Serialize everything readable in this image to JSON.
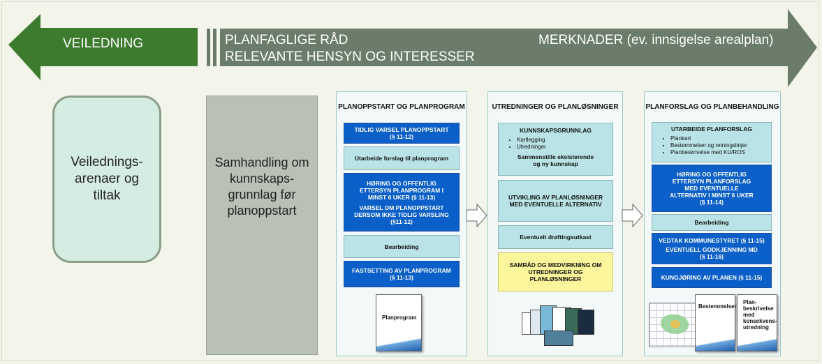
{
  "arrows": {
    "left_label": "VEILEDNING",
    "right_line1": "PLANFAGLIGE RÅD",
    "right_line2": "RELEVANTE HENSYN OG INTERESSER",
    "right_label_right": "MERKNADER (ev. innsigelse arealplan)"
  },
  "left_box": {
    "text_lines": [
      "Veilednings-",
      "arenaer og",
      "tiltak"
    ]
  },
  "gray_box": {
    "text_lines": [
      "Samhandling om",
      "kunnskaps-",
      "grunnlag før",
      "planoppstart"
    ]
  },
  "col1": {
    "title": "PLANOPPSTART OG PLANPROGRAM",
    "b1": [
      "TIDLIG VARSEL PLANOPPSTART",
      "(§ 11-12)"
    ],
    "b2": "Utarbeide forslag til planprogram",
    "b3a": [
      "HØRING OG OFFENTLIG",
      "ETTERSYN PLANPROGRAM I",
      "MINST 6 UKER (§ 11-13)"
    ],
    "b3b": [
      "VARSEL OM PLANOPPSTART",
      "DERSOM IKKE TIDLIG VARSLING",
      "(§11-12)"
    ],
    "b4": "Bearbeiding",
    "b5": [
      "FASTSETTING AV PLANPROGRAM",
      "(§ 11-13)"
    ],
    "doc": "Planprogram"
  },
  "col2": {
    "title": "UTREDNINGER OG PLANLØSNINGER",
    "b1_title": "KUNNSKAPSGRUNNLAG",
    "b1_items": [
      "Kartlegging",
      "Utredninger"
    ],
    "b1_foot": [
      "Sammenstille eksisterende",
      "og ny kunnskap"
    ],
    "b2": [
      "UTVIKLING AV PLANLØSNINGER",
      "MED EVENTUELLE ALTERNATIV"
    ],
    "b3": "Eventuelt drøftingsutkast",
    "b4": [
      "SAMRÅD OG MEDVIRKNING OM",
      "UTREDNINGER OG",
      "PLANLØSNINGER"
    ]
  },
  "col3": {
    "title": "PLANFORSLAG OG PLANBEHANDLING",
    "b1_title": "UTARBEIDE PLANFORSLAG",
    "b1_items": [
      "Plankart",
      "Bestemmelser og retningslinjer",
      "Planbeskrivelse med KU/ROS"
    ],
    "b2": [
      "HØRING OG OFFENTLIG",
      "ETTERSYN PLANFORSLAG",
      "MED EVENTUELLE",
      "ALTERNATIV I MINST 6 UKER",
      "(§ 11-14)"
    ],
    "b3": "Bearbeiding",
    "b4a": "VEDTAK KOMMUNESTYRET (§ 11-15)",
    "b4b": [
      "EVENTUELL GODKJENNING MD",
      "(§ 11-16)"
    ],
    "b5": "KUNGJØRING AV PLANEN (§ 11-15)",
    "doc2": "Bestemmelser",
    "doc3": [
      "Plan-",
      "beskrivelse",
      "med",
      "konsekvens-",
      "utredning"
    ]
  },
  "colors": {
    "green_arrow": "#3d7b2f",
    "gray_arrow": "#6b7d6a",
    "blue_box": "#0a5fc8",
    "teal_box": "#b9e3e6",
    "yellow_box": "#fbf59c"
  }
}
